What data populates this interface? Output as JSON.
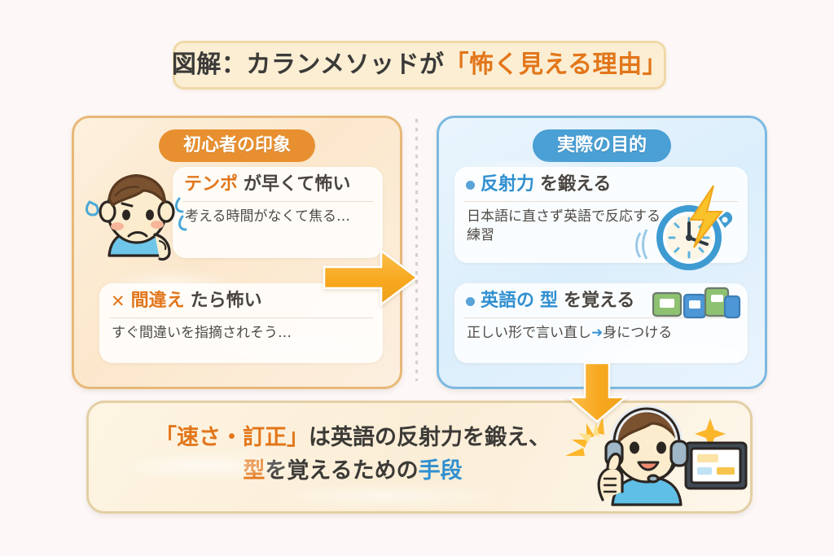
{
  "title": {
    "plain": "図解：カランメソッドが",
    "highlight": "「怖く見える理由」"
  },
  "panels": {
    "left": {
      "badge": "初心者の印象",
      "cards": [
        {
          "mark": "✕",
          "head_highlight": "テンポ",
          "head_rest": "が早くて怖い",
          "sub": "考える時間がなくて焦る…"
        },
        {
          "mark": "✕",
          "head_highlight": "間違え",
          "head_rest": "たら怖い",
          "sub": "すぐ間違いを指摘されそう…"
        }
      ]
    },
    "right": {
      "badge": "実際の目的",
      "cards": [
        {
          "head_highlight": "反射力",
          "head_rest": "を鍛える",
          "sub": "日本語に直さず英語で反応する練習",
          "icon": "stopwatch-lightning-icon"
        },
        {
          "head_prefix": "英語の",
          "head_highlight": "型",
          "head_rest": "を覚える",
          "sub_before": "正しい形で言い直し",
          "sub_arrow": "➜",
          "sub_after": "身につける",
          "icon": "flash-cards-icon"
        }
      ]
    }
  },
  "banner": {
    "line1_highlight": "「速さ・訂正」",
    "line1_rest": "は英語の反射力を鍛え、",
    "line2_highlight": "型",
    "line2_mid": "を覚えるための",
    "line2_highlight2": "手段"
  },
  "arrows": {
    "right": "arrow-right-icon",
    "down": "arrow-down-icon"
  },
  "illustrations": {
    "worried": "worried-person-icon",
    "happy": "happy-headset-person-icon"
  },
  "colors": {
    "orange": "#e2761a",
    "orange_badge": "#e89030",
    "blue": "#2f8fd0",
    "blue_badge": "#4a9fd4",
    "arrow": "#f5a623",
    "background": "#fdf8f7"
  }
}
